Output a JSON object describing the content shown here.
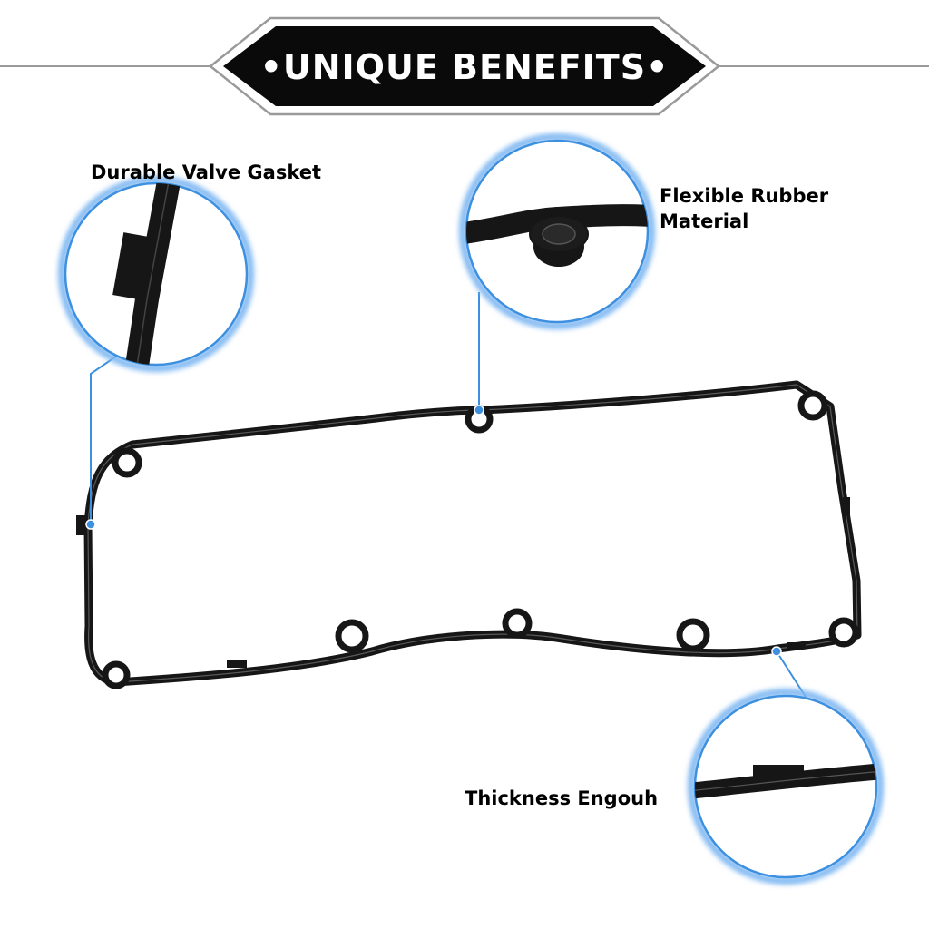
{
  "banner": {
    "title": "•UNIQUE BENEFITS•"
  },
  "callouts": {
    "durable": "Durable Valve Gasket",
    "flexible_line1": "Flexible Rubber",
    "flexible_line2": "Material",
    "thickness": "Thickness Engouh"
  },
  "colors": {
    "accent_blue": "#3d8fe0",
    "banner_black": "#0a0a0a",
    "gasket_black": "#161616",
    "rule_gray": "#9a9a9a"
  }
}
